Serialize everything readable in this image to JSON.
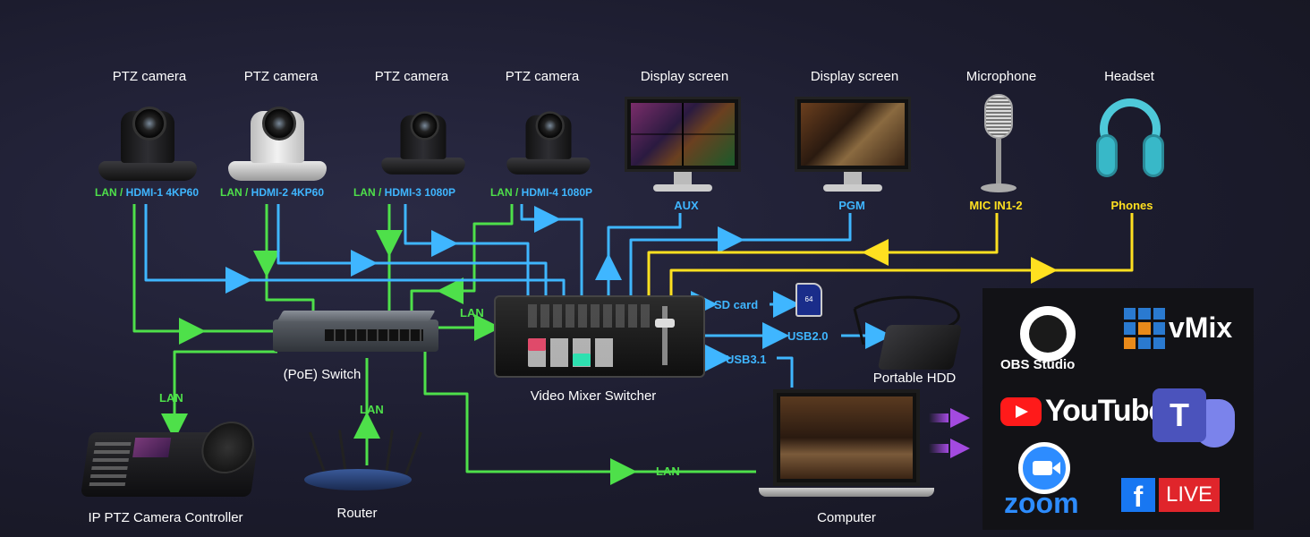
{
  "devices": {
    "cam1": {
      "title": "PTZ camera",
      "port": "LAN / HDMI-1 4KP60"
    },
    "cam2": {
      "title": "PTZ camera",
      "port": "LAN / HDMI-2 4KP60"
    },
    "cam3": {
      "title": "PTZ camera",
      "port": "LAN / HDMI-3 1080P"
    },
    "cam4": {
      "title": "PTZ camera",
      "port": "LAN / HDMI-4 1080P"
    },
    "display1": {
      "title": "Display screen",
      "port": "AUX"
    },
    "display2": {
      "title": "Display screen",
      "port": "PGM"
    },
    "microphone": {
      "title": "Microphone",
      "port": "MIC IN1-2"
    },
    "headset": {
      "title": "Headset",
      "port": "Phones"
    },
    "poe_switch": {
      "title": "(PoE) Switch"
    },
    "mixer": {
      "title": "Video Mixer Switcher"
    },
    "hdd": {
      "title": "Portable HDD"
    },
    "controller": {
      "title": "IP PTZ Camera Controller"
    },
    "router": {
      "title": "Router"
    },
    "computer": {
      "title": "Computer"
    },
    "sd_card": {
      "text": "64"
    }
  },
  "links": {
    "lan_mixer": "LAN",
    "sd": "SD card",
    "usb20": "USB2.0",
    "usb31": "USB3.1",
    "lan_controller": "LAN",
    "lan_router": "LAN",
    "lan_computer": "LAN"
  },
  "services": {
    "obs": "OBS Studio",
    "vmix": "vMix",
    "youtube": "YouTube",
    "teams": "T",
    "zoom": "zoom",
    "facebook": "f",
    "live": "LIVE"
  },
  "colors": {
    "lan": "#4ee04a",
    "video": "#3fb6ff",
    "audio": "#ffe020",
    "stream": "#a34ae0"
  },
  "icons": [
    "ptz-camera-icon",
    "monitor-icon",
    "microphone-icon",
    "headset-icon",
    "switch-icon",
    "mixer-icon",
    "sd-card-icon",
    "hdd-icon",
    "laptop-icon",
    "controller-icon",
    "router-icon",
    "obs-logo-icon",
    "vmix-logo-icon",
    "youtube-logo-icon",
    "teams-logo-icon",
    "zoom-logo-icon",
    "facebook-logo-icon"
  ]
}
